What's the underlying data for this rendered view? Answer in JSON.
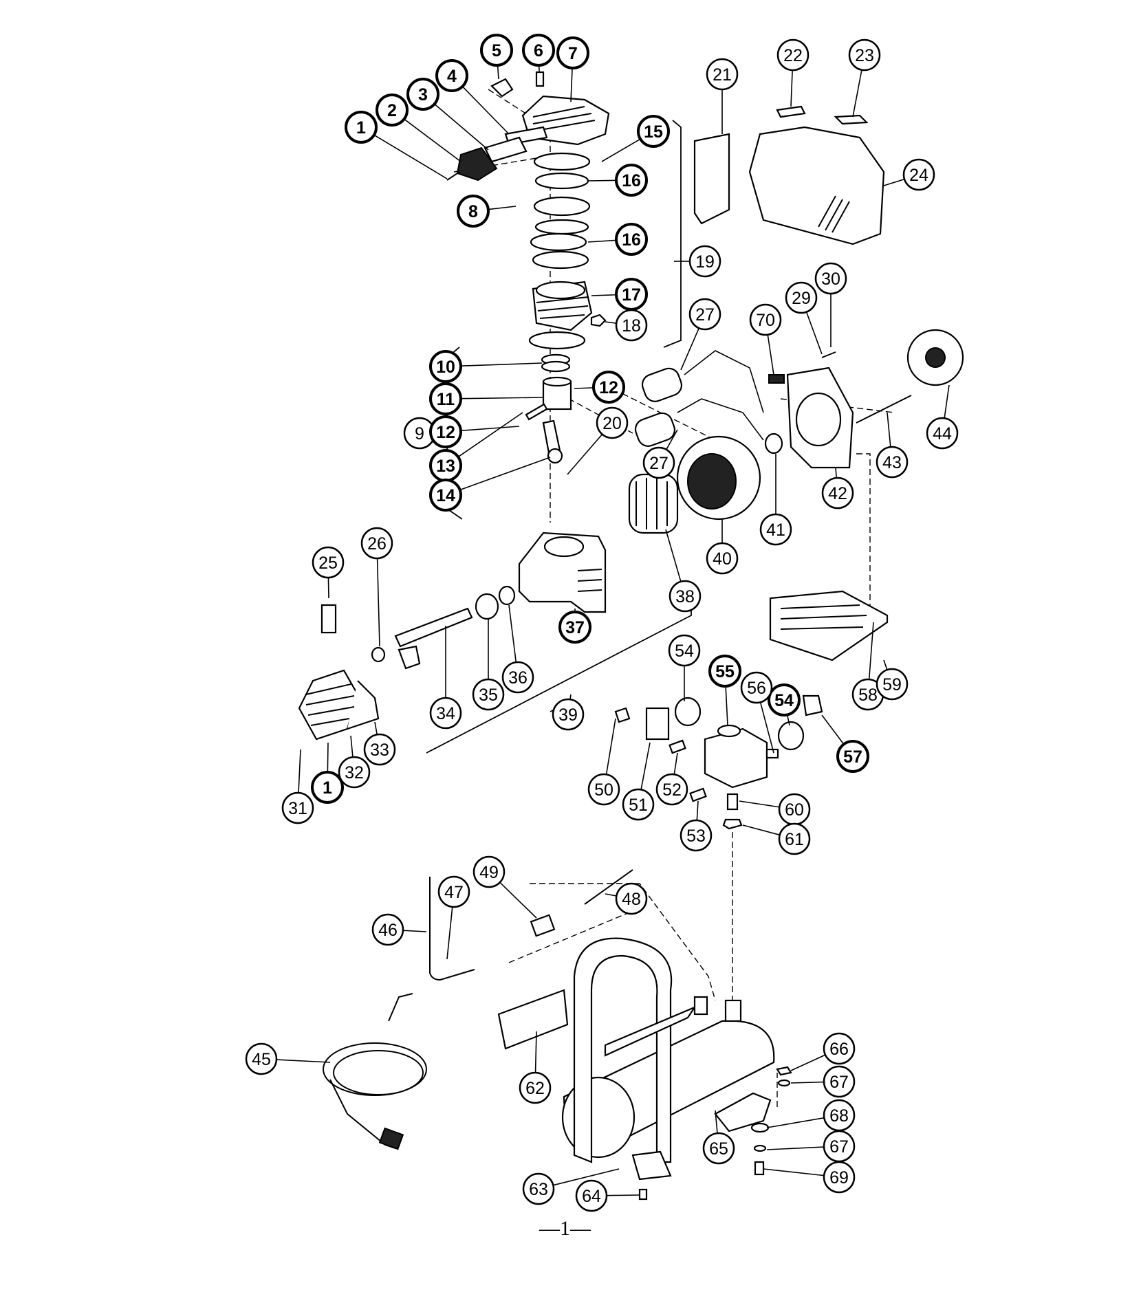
{
  "page_number": "—1—",
  "callouts": [
    {
      "label": "1",
      "bold": true
    },
    {
      "label": "2",
      "bold": true
    },
    {
      "label": "3",
      "bold": true
    },
    {
      "label": "4",
      "bold": true
    },
    {
      "label": "5",
      "bold": true
    },
    {
      "label": "6",
      "bold": true
    },
    {
      "label": "7",
      "bold": true
    },
    {
      "label": "8",
      "bold": true
    },
    {
      "label": "9",
      "bold": false
    },
    {
      "label": "10",
      "bold": true
    },
    {
      "label": "11",
      "bold": true
    },
    {
      "label": "12",
      "bold": true
    },
    {
      "label": "12",
      "bold": true
    },
    {
      "label": "13",
      "bold": true
    },
    {
      "label": "14",
      "bold": true
    },
    {
      "label": "15",
      "bold": true
    },
    {
      "label": "16",
      "bold": true
    },
    {
      "label": "16",
      "bold": true
    },
    {
      "label": "17",
      "bold": true
    },
    {
      "label": "18",
      "bold": false
    },
    {
      "label": "19",
      "bold": false
    },
    {
      "label": "20",
      "bold": false
    },
    {
      "label": "21",
      "bold": false
    },
    {
      "label": "22",
      "bold": false
    },
    {
      "label": "23",
      "bold": false
    },
    {
      "label": "24",
      "bold": false
    },
    {
      "label": "25",
      "bold": false
    },
    {
      "label": "26",
      "bold": false
    },
    {
      "label": "27",
      "bold": false
    },
    {
      "label": "27",
      "bold": false
    },
    {
      "label": "29",
      "bold": false
    },
    {
      "label": "30",
      "bold": false
    },
    {
      "label": "31",
      "bold": false
    },
    {
      "label": "1",
      "bold": true
    },
    {
      "label": "32",
      "bold": false
    },
    {
      "label": "33",
      "bold": false
    },
    {
      "label": "34",
      "bold": false
    },
    {
      "label": "35",
      "bold": false
    },
    {
      "label": "36",
      "bold": false
    },
    {
      "label": "37",
      "bold": true
    },
    {
      "label": "38",
      "bold": false
    },
    {
      "label": "39",
      "bold": false
    },
    {
      "label": "40",
      "bold": false
    },
    {
      "label": "41",
      "bold": false
    },
    {
      "label": "42",
      "bold": false
    },
    {
      "label": "43",
      "bold": false
    },
    {
      "label": "44",
      "bold": false
    },
    {
      "label": "45",
      "bold": false
    },
    {
      "label": "46",
      "bold": false
    },
    {
      "label": "47",
      "bold": false
    },
    {
      "label": "48",
      "bold": false
    },
    {
      "label": "49",
      "bold": false
    },
    {
      "label": "50",
      "bold": false
    },
    {
      "label": "51",
      "bold": false
    },
    {
      "label": "52",
      "bold": false
    },
    {
      "label": "53",
      "bold": false
    },
    {
      "label": "54",
      "bold": false
    },
    {
      "label": "54",
      "bold": true
    },
    {
      "label": "55",
      "bold": true
    },
    {
      "label": "56",
      "bold": false
    },
    {
      "label": "57",
      "bold": true
    },
    {
      "label": "58",
      "bold": false
    },
    {
      "label": "59",
      "bold": false
    },
    {
      "label": "60",
      "bold": false
    },
    {
      "label": "61",
      "bold": false
    },
    {
      "label": "62",
      "bold": false
    },
    {
      "label": "63",
      "bold": false
    },
    {
      "label": "64",
      "bold": false
    },
    {
      "label": "65",
      "bold": false
    },
    {
      "label": "66",
      "bold": false
    },
    {
      "label": "67",
      "bold": false
    },
    {
      "label": "67",
      "bold": false
    },
    {
      "label": "68",
      "bold": false
    },
    {
      "label": "69",
      "bold": false
    },
    {
      "label": "70",
      "bold": false
    }
  ]
}
